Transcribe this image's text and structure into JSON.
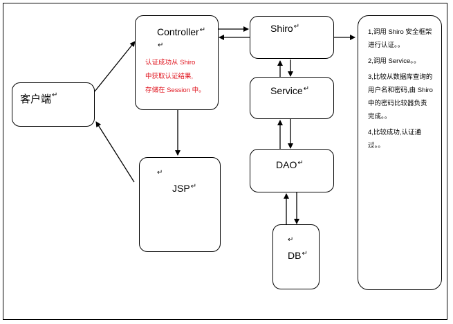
{
  "nodes": {
    "client": {
      "label": "客户端",
      "mark": "↵"
    },
    "controller": {
      "label": "Controller",
      "mark": "↵",
      "blank_mark": "↵",
      "note_lines": [
        "认证成功从 Shiro",
        "中获取认证结果,",
        "存储在 Session 中。"
      ]
    },
    "jsp": {
      "label": "JSP",
      "mark": "↵",
      "blank_mark": "↵"
    },
    "shiro": {
      "label": "Shiro",
      "mark": "↵"
    },
    "service": {
      "label": "Service",
      "mark": "↵"
    },
    "dao": {
      "label": "DAO",
      "mark": "↵"
    },
    "db": {
      "label": "DB",
      "mark": "↵",
      "blank_mark": "↵"
    }
  },
  "notes": [
    "1,调用 Shiro 安全框架进行认证。。",
    "2,调用 Service。。",
    "3,比较从数据库查询的用户名和密码,由 Shiro 中的密码比较器负责完成。。",
    "4,比较成功,认证通过。。"
  ],
  "colors": {
    "annotation": "#e0141e",
    "line": "#000000"
  }
}
